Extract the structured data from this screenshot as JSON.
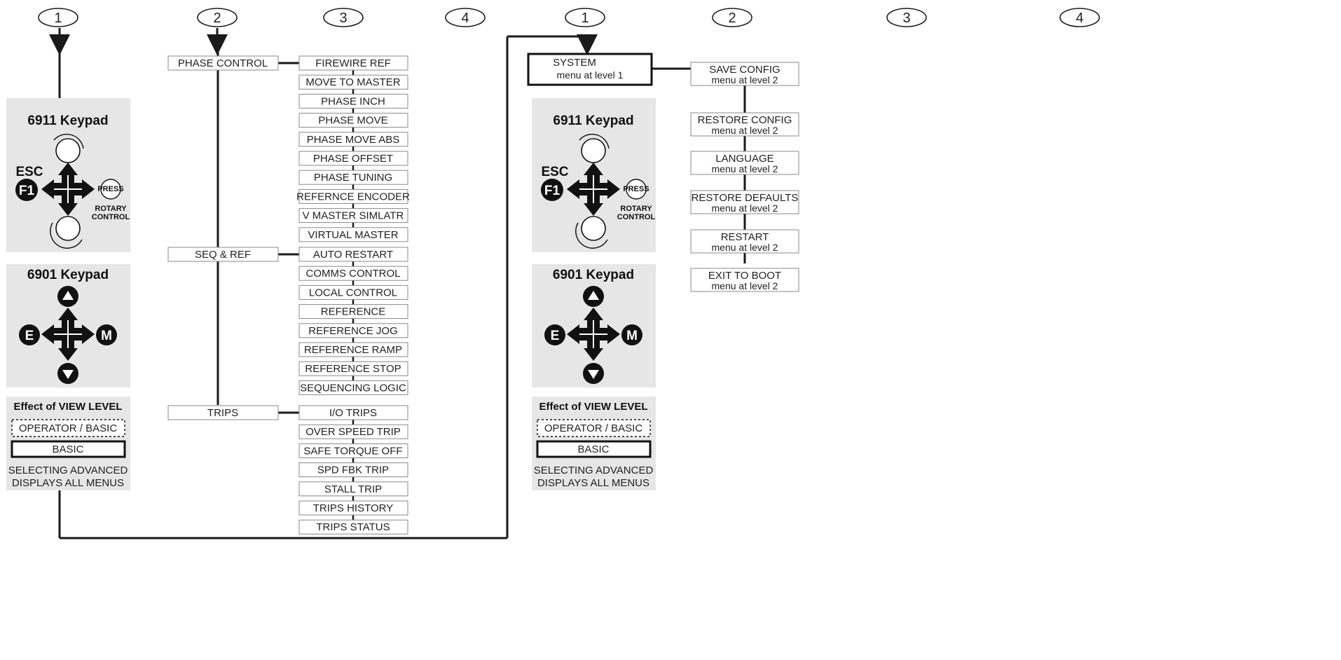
{
  "column_numbers": [
    "1",
    "2",
    "3",
    "4",
    "1",
    "2",
    "3",
    "4"
  ],
  "keypad_panels": [
    {
      "keypad_6911": {
        "title": "6911 Keypad",
        "esc": "ESC",
        "f1": "F1",
        "press": "PRESS",
        "rotary_line1": "ROTARY",
        "rotary_line2": "CONTROL"
      },
      "keypad_6901": {
        "title": "6901 Keypad",
        "e": "E",
        "m": "M"
      },
      "view_level": {
        "title": "Effect of VIEW LEVEL",
        "operator_basic": "OPERATOR / BASIC",
        "basic": "BASIC",
        "note_line1": "SELECTING ADVANCED",
        "note_line2": "DISPLAYS ALL MENUS"
      }
    },
    {
      "keypad_6911": {
        "title": "6911 Keypad",
        "esc": "ESC",
        "f1": "F1",
        "press": "PRESS",
        "rotary_line1": "ROTARY",
        "rotary_line2": "CONTROL"
      },
      "keypad_6901": {
        "title": "6901 Keypad",
        "e": "E",
        "m": "M"
      },
      "view_level": {
        "title": "Effect of VIEW LEVEL",
        "operator_basic": "OPERATOR / BASIC",
        "basic": "BASIC",
        "note_line1": "SELECTING ADVANCED",
        "note_line2": "DISPLAYS ALL MENUS"
      }
    }
  ],
  "menu_groups": [
    {
      "label": "PHASE CONTROL",
      "items": [
        "FIREWIRE REF",
        "MOVE TO MASTER",
        "PHASE INCH",
        "PHASE MOVE",
        "PHASE MOVE ABS",
        "PHASE OFFSET",
        "PHASE TUNING",
        "REFERNCE ENCODER",
        "V MASTER SIMLATR",
        "VIRTUAL MASTER"
      ]
    },
    {
      "label": "SEQ & REF",
      "items": [
        "AUTO RESTART",
        "COMMS CONTROL",
        "LOCAL CONTROL",
        "REFERENCE",
        "REFERENCE JOG",
        "REFERENCE RAMP",
        "REFERENCE STOP",
        "SEQUENCING LOGIC"
      ]
    },
    {
      "label": "TRIPS",
      "items": [
        "I/O TRIPS",
        "OVER SPEED TRIP",
        "SAFE TORQUE OFF",
        "SPD FBK TRIP",
        "STALL TRIP",
        "TRIPS HISTORY",
        "TRIPS STATUS"
      ]
    }
  ],
  "system_menu": {
    "title": "SYSTEM",
    "subtitle": "menu at level 1"
  },
  "system_items": [
    {
      "title": "SAVE CONFIG",
      "subtitle": "menu at level 2"
    },
    {
      "title": "RESTORE CONFIG",
      "subtitle": "menu at level 2"
    },
    {
      "title": "LANGUAGE",
      "subtitle": "menu at level 2"
    },
    {
      "title": "RESTORE DEFAULTS",
      "subtitle": "menu at level 2"
    },
    {
      "title": "RESTART",
      "subtitle": "menu at level 2"
    },
    {
      "title": "EXIT TO BOOT",
      "subtitle": "menu at level 2"
    }
  ],
  "colors": {
    "line": "#1a1a1a",
    "panel_bg": "#e6e6e6",
    "box_border": "#888888",
    "icon": "#111111"
  }
}
